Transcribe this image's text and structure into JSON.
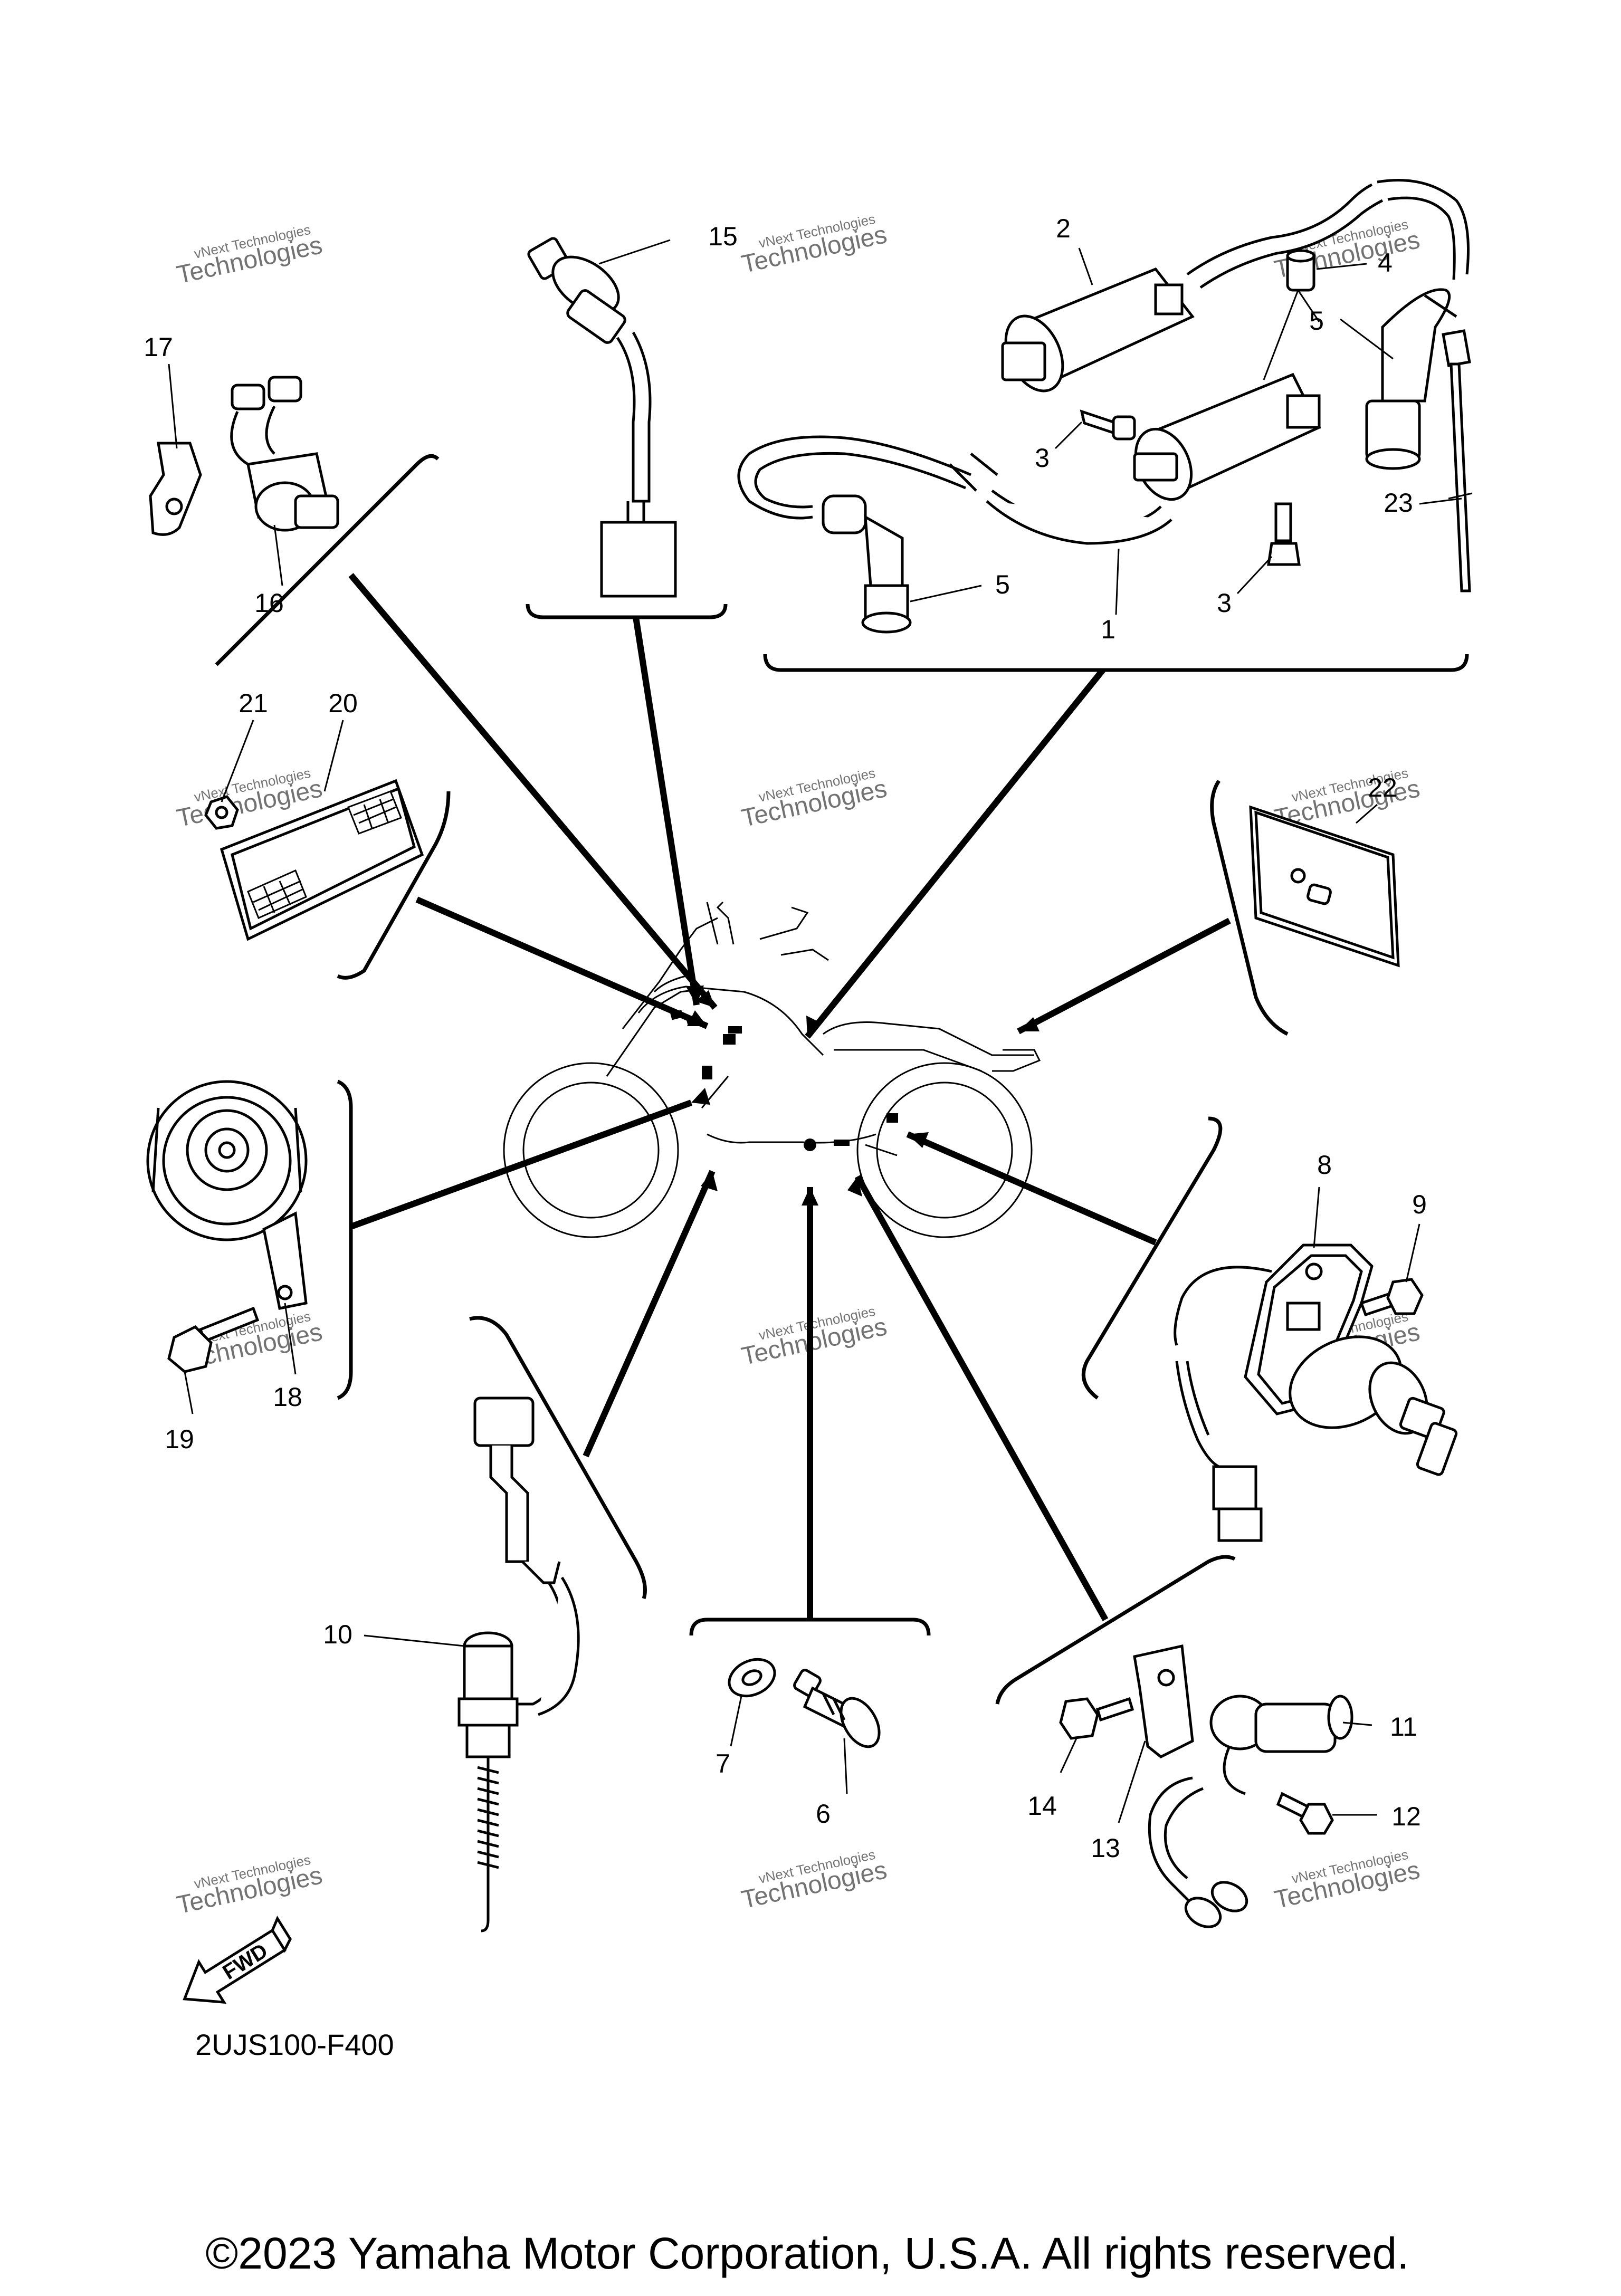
{
  "diagram": {
    "code": "2UJS100-F400",
    "copyright": "©2023 Yamaha Motor Corporation, U.S.A. All rights reserved.",
    "fwd_label": "FWD",
    "watermark": {
      "line1": "vNext Technologies",
      "line2": "Technologies"
    },
    "callouts": {
      "c1": "1",
      "c2": "2",
      "c3a": "3",
      "c3b": "3",
      "c4": "4",
      "c5a": "5",
      "c5b": "5",
      "c6": "6",
      "c7": "7",
      "c8": "8",
      "c9": "9",
      "c10": "10",
      "c11": "11",
      "c12": "12",
      "c13": "13",
      "c14": "14",
      "c15": "15",
      "c16": "16",
      "c17": "17",
      "c18": "18",
      "c19": "19",
      "c20": "20",
      "c21": "21",
      "c22": "22",
      "c23": "23"
    }
  }
}
